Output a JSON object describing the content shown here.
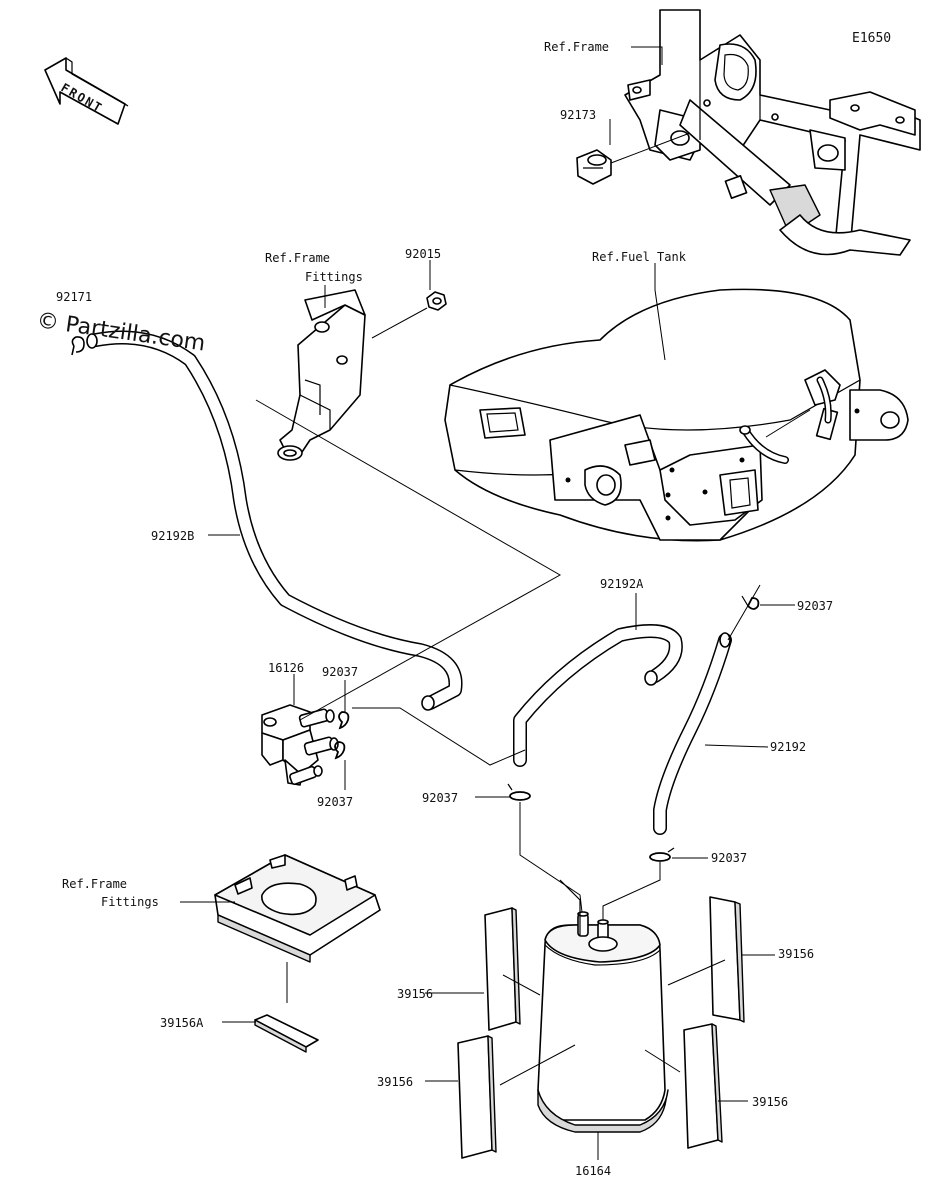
{
  "diagram_code": "E1650",
  "front_label": "FRONT",
  "watermark": "© Partzilla.com",
  "ref_labels": {
    "frame": "Ref.Frame",
    "frame_fittings_line1": "Ref.Frame",
    "frame_fittings_line2": "Fittings",
    "fuel_tank": "Ref.Fuel Tank",
    "frame_fittings_lower_line1": "Ref.Frame",
    "frame_fittings_lower_line2": "Fittings"
  },
  "parts": {
    "p92173": "92173",
    "p92015": "92015",
    "p92171": "92171",
    "p92192B": "92192B",
    "p92192A": "92192A",
    "p92037_tank": "92037",
    "p16126": "16126",
    "p92037_valve_top": "92037",
    "p92037_valve_bottom": "92037",
    "p92192": "92192",
    "p92037_left": "92037",
    "p92037_right": "92037",
    "p39156A": "39156A",
    "p39156_left_top": "39156",
    "p39156_right_top": "39156",
    "p39156_left_bottom": "39156",
    "p39156_right_bottom": "39156",
    "p16164": "16164"
  }
}
